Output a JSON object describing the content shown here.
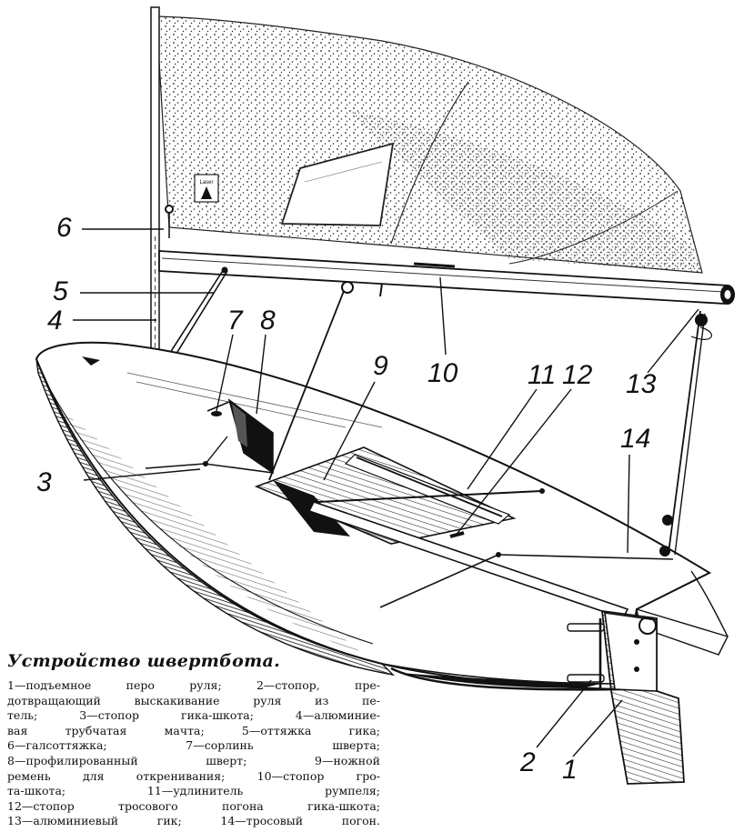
{
  "diagram": {
    "callouts": [
      "1",
      "2",
      "3",
      "4",
      "5",
      "6",
      "7",
      "8",
      "9",
      "10",
      "11",
      "12",
      "13",
      "14"
    ],
    "sail_badge": "Laser"
  },
  "caption": {
    "title": "Устройство швертбота.",
    "lines": [
      "1—подъемное перо руля; 2—стопор, пре-",
      "дотвращающий выскакивание руля из пе-",
      "тель; 3—стопор гика-шкота; 4—алюминие-",
      "вая трубчатая мачта; 5—оттяжка гика;",
      "6—галсоттяжка; 7—сорлинь шверта;",
      "8—профилированный шверт; 9—ножной",
      "ремень для откренивания; 10—стопор гро-",
      "та-шкота; 11—удлинитель румпеля;",
      "12—стопор тросового погона гика-шкота;",
      "13—алюминиевый гик; 14—тросовый погон."
    ]
  }
}
